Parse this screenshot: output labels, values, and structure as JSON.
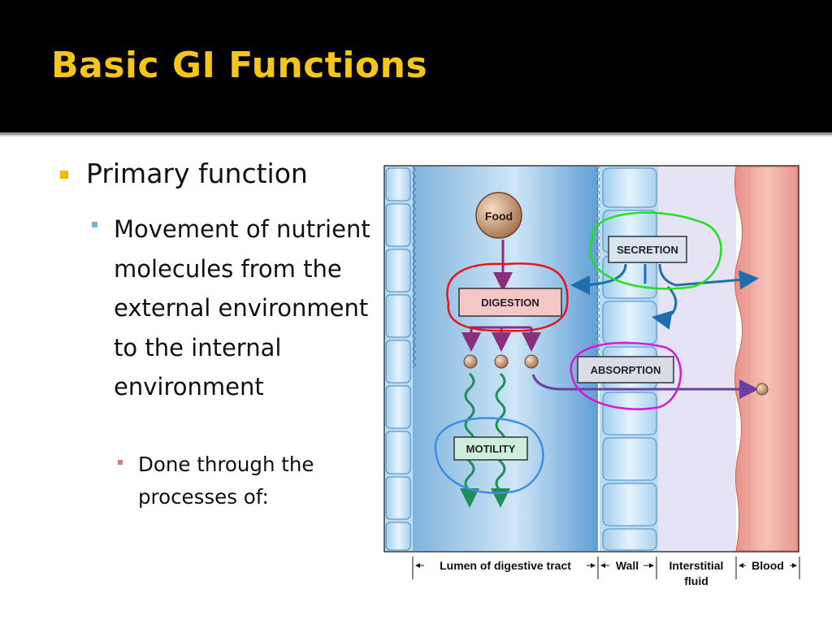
{
  "slide": {
    "title": "Basic GI Functions",
    "bullets": {
      "level1": "Primary function",
      "level2": "Movement of nutrient molecules from the external environment to the internal environment",
      "level3": "Done through the processes of:"
    }
  },
  "diagram": {
    "food_label": "Food",
    "process_labels": {
      "digestion": "DIGESTION",
      "secretion": "SECRETION",
      "absorption": "ABSORPTION",
      "motility": "MOTILITY"
    },
    "regions": {
      "lumen": "Lumen of digestive tract",
      "wall": "Wall",
      "interstitial_line1": "Interstitial",
      "interstitial_line2": "fluid",
      "blood": "Blood"
    },
    "annotation_colors": {
      "digestion": "#E8141C",
      "secretion": "#22E01E",
      "absorption": "#D21BD4",
      "motility": "#3A8EE6"
    }
  }
}
